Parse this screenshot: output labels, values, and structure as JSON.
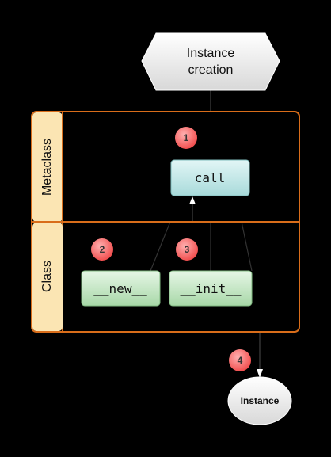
{
  "nodes": {
    "start": {
      "line1": "Instance",
      "line2": "creation"
    },
    "call": "__call__",
    "new": "__new__",
    "init": "__init__",
    "end": "Instance"
  },
  "lanes": {
    "metaclass": "Metaclass",
    "class": "Class"
  },
  "steps": [
    "1",
    "2",
    "3",
    "4"
  ],
  "colors": {
    "background": "#000000",
    "lane_border": "#d96d1a",
    "lane_header": "#fbe5b3",
    "call_fill": "#cfeeee",
    "class_node_fill": "#d4efd4",
    "badge_fill": "#ff6b6b",
    "terminal_fill": "#ffffff"
  }
}
